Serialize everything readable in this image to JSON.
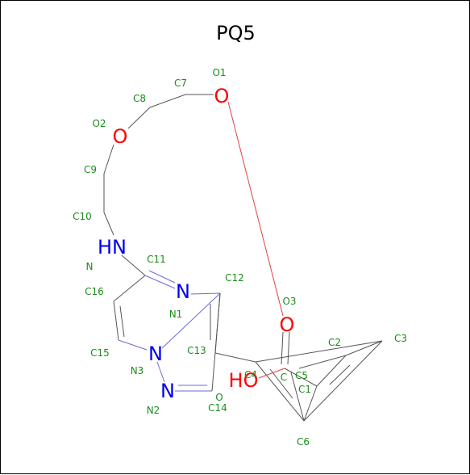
{
  "title": "PQ5",
  "colors": {
    "bond": "#555555",
    "bond_nitrogen": "#6b6bd6",
    "bond_oxygen": "#e34040",
    "atom_label_name": "#1a8c1a",
    "nitrogen": "#0000ee",
    "oxygen": "#ff0000"
  },
  "atoms": [
    {
      "id": "O1",
      "symbol": "O",
      "kind": "oxygen"
    },
    {
      "id": "O2",
      "symbol": "O",
      "kind": "oxygen"
    },
    {
      "id": "O3",
      "symbol": "O",
      "kind": "oxygen"
    },
    {
      "id": "HO",
      "symbol": "HO",
      "kind": "oxygen"
    },
    {
      "id": "HN",
      "symbol": "HN",
      "kind": "nitrogen"
    },
    {
      "id": "N1",
      "symbol": "N",
      "kind": "nitrogen"
    },
    {
      "id": "N3",
      "symbol": "N",
      "kind": "nitrogen"
    },
    {
      "id": "N2",
      "symbol": "N",
      "kind": "nitrogen"
    }
  ],
  "atom_names": [
    "O1",
    "C7",
    "C8",
    "O2",
    "C9",
    "C10",
    "N",
    "C11",
    "C12",
    "C16",
    "N1",
    "C13",
    "O3",
    "C2",
    "C3",
    "C15",
    "N3",
    "C4",
    "C",
    "C5",
    "C1",
    "N2",
    "O",
    "C14",
    "C6"
  ]
}
